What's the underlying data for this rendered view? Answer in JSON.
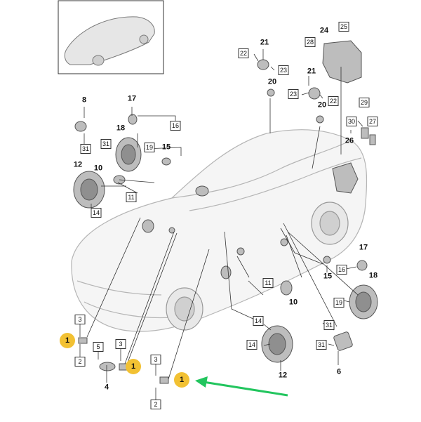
{
  "colors": {
    "highlight": "#f2c133",
    "arrow": "#22c55e",
    "line": "#333333",
    "part": "#9a9a9a"
  },
  "callouts": {
    "n24": "24",
    "b25": "25",
    "b28": "28",
    "n21a": "21",
    "b22a": "22",
    "b23a": "23",
    "n21b": "21",
    "b23b": "23",
    "b22b": "22",
    "n20a": "20",
    "n20b": "20",
    "b29": "29",
    "b30": "30",
    "b27": "27",
    "n26": "26",
    "n8": "8",
    "b31a": "31",
    "b31b": "31",
    "n17a": "17",
    "b16a": "16",
    "n18a": "18",
    "b19a": "19",
    "n15a": "15",
    "n12a": "12",
    "n10a": "10",
    "b11a": "11",
    "b14a": "14",
    "n17b": "17",
    "b16b": "16",
    "n15b": "15",
    "n18b": "18",
    "b19b": "19",
    "b11b": "11",
    "n10b": "10",
    "b14b": "14",
    "b14c": "14",
    "n12b": "12",
    "b31c": "31",
    "b31d": "31",
    "n6": "6",
    "b3a": "3",
    "y1a": "1",
    "b2a": "2",
    "b5": "5",
    "b3b": "3",
    "y1b": "1",
    "n4": "4",
    "b3c": "3",
    "y1c": "1",
    "b2c": "2"
  }
}
